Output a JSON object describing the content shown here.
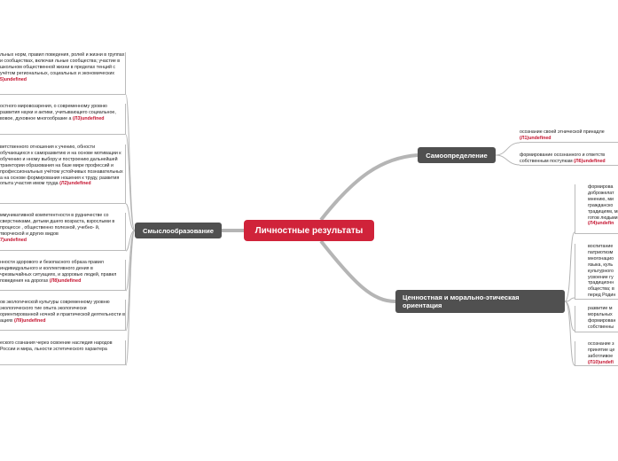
{
  "root": {
    "label": "Личностные результаты"
  },
  "branches": {
    "self_determination": {
      "label": "Самоопределение",
      "items": [
        {
          "text": "осознание своей этнической принадле",
          "code": "(Л1)undefined"
        },
        {
          "text": "формирование осознанного и ответств собственным поступкам",
          "code": "(Л6)undefined"
        }
      ]
    },
    "value_orientation": {
      "label": "Ценностная и морально-этическая ориентация",
      "items": [
        {
          "text": "формирова доброжелат мнению, ми гражданско традициям, мира; готов людьми и д",
          "code": "(Л4)undefin"
        },
        {
          "text": "воспитание патриотизм многонацио языка, куль культурного усвоение гу традиционн общества; в перед Родин",
          "code": ""
        },
        {
          "text": "развитие м моральных формирован собственны",
          "code": ""
        },
        {
          "text": "осознание з принятие це заботливое",
          "code": "(Л10)undefi"
        }
      ]
    },
    "sense_formation": {
      "label": "Смыслообразование",
      "items": [
        {
          "text": "льных норм, правил поведения, ролей и жизни в группах и сообществах, включая льные сообщества; участие в школьном общественной жизни в пределах тенций с учётом региональных, социальных и экономических",
          "code": "5)undefined"
        },
        {
          "text": "остного мировоззрения, о современному уровню развития науки и актики, учитывающего социальное, вовое, духовное многообразие а",
          "code": "(Л3)undefined"
        },
        {
          "text": "ветственного отношения к учению, обности обучающихся к саморазвитию и на основе мотивации к обучению и нному выбору и построению дальнейшей траектории образования на базе мире профессий и профессиональных учётом устойчивых познавательных а на основе формирования ношения к труду, развития опыта участия имом труда",
          "code": "(Л2)undefined"
        },
        {
          "text": "ммуникативной компетентности в рудничестве со сверстниками, детьми дшего возраста, взрослыми в процессе , общественно полезной, учебно- й, творческой и других видов",
          "code": "7)undefined"
        },
        {
          "text": "нности здорового и безопасного образа правил индивидуального и коллективного дения в чрезвычайных ситуациях, и здоровью людей, правил поведения на дорогах",
          "code": "(Л8)undefined"
        },
        {
          "text": "ов экологической культуры современному уровню экологического тие опыта экологически ориентированной ночной и практической деятельности в ациях",
          "code": "(Л9)undefined"
        },
        {
          "text": "еского сознания через освоение наследия народов России и мира, льности эстетического характера",
          "code": ""
        }
      ]
    }
  }
}
